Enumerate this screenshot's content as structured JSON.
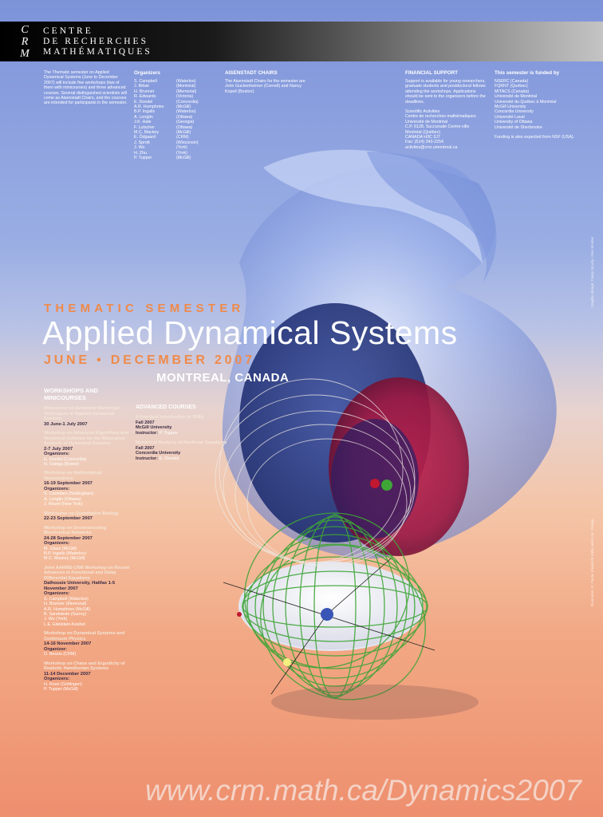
{
  "header": {
    "letters": [
      "C",
      "R",
      "M"
    ],
    "name_lines": [
      "CENTRE",
      "DE RECHERCHES",
      "MATHÉMATIQUES"
    ]
  },
  "intro": {
    "text": "The Thematic semester on Applied Dynamical Systems (June to December 2007) will include five workshops (two of them with minicourses) and three advanced courses. Several distinguished scientists will come as Aisenstadt Chairs, and the courses are intended for participants in the semester."
  },
  "organizers": {
    "heading": "Organizers",
    "rows": [
      [
        "S. Campbell",
        "(Waterloo)"
      ],
      [
        "J. Bélair",
        "(Montréal)"
      ],
      [
        "H. Brunner",
        "(Memorial)"
      ],
      [
        "R. Edwards",
        "(Victoria)"
      ],
      [
        "E. Doedel",
        "(Concordia)"
      ],
      [
        "A.R. Humphries",
        "(McGill)"
      ],
      [
        "B.P. Ingalls",
        "(Waterloo)"
      ],
      [
        "A. Longtin",
        "(Ottawa)"
      ],
      [
        "J.K. Hale",
        "(Georgia)"
      ],
      [
        "F. Lutscher",
        "(Ottawa)"
      ],
      [
        "M.C. Mackey",
        "(McGill)"
      ],
      [
        "E. Ödgaard",
        "(CRM)"
      ],
      [
        "J. Sprott",
        "(Wisconsin)"
      ],
      [
        "J. Wu",
        "(York)"
      ],
      [
        "H. Zhu",
        "(York)"
      ],
      [
        "P. Tupper",
        "(McGill)"
      ]
    ]
  },
  "aisenstadt": {
    "heading": "AISENSTADT CHAIRS",
    "text": "The Aisenstadt Chairs for the semester are John Guckenheimer (Cornell) and Nancy Kopell (Boston)."
  },
  "financial": {
    "heading": "FINANCIAL SUPPORT",
    "text": "Support is available for young researchers, graduate students and postdoctoral fellows attending the workshops. Applications should be sent to the organizers before the deadlines.",
    "contact_lines": [
      "Scientific Activities",
      "Centre de recherches mathématiques",
      "Université de Montréal",
      "C.P. 6128, Succursale Centre-ville",
      "Montréal (Québec)",
      "CANADA H3C 3J7",
      "Fax: (514) 343-2254",
      "activites@crm.umontreal.ca"
    ]
  },
  "funded": {
    "heading": "This semester is funded by",
    "lines": [
      "NSERC (Canada)",
      "FQRNT (Québec)",
      "MITACS (Canada)",
      "Université de Montréal",
      "Université du Québec à Montréal",
      "McGill University",
      "Concordia University",
      "Université Laval",
      "University of Ottawa",
      "Université de Sherbrooke",
      "",
      "Funding is also expected from NSF (USA)."
    ]
  },
  "headline": {
    "kicker": "THEMATIC SEMESTER",
    "title": "Applied Dynamical Systems",
    "dates": "JUNE • DECEMBER 2007",
    "place": "MONTREAL, CANADA"
  },
  "workshops": {
    "heading": "WORKSHOPS AND MINICOURSES",
    "items": [
      {
        "title": "Minicourse on Advanced Numerical Techniques in Applied Dynamical Systems",
        "date": "30 June-1 July 2007",
        "org": []
      },
      {
        "title": "Workshop on Advanced Algorithms and Numerical Software for the Bifurcation Analysis of Dynamical Systems",
        "date": "2-7 July 2007",
        "org": [
          "Organizers:",
          "E. Doedel (Concordia)",
          "H. Osinga (Bristol)"
        ]
      },
      {
        "title": "Workshop on Mathematical Neuroscience",
        "date": "16-19 September 2007",
        "org": [
          "Organizers:",
          "S. Coombes (Nottingham)",
          "A. Longtin (Ottawa)",
          "J. Rinzel (New York)"
        ]
      },
      {
        "title": "Minicourse on Quantitative Biology",
        "date": "22-23 September 2007",
        "org": []
      },
      {
        "title": "Workshop on Deconstructing Biochemical Networks",
        "date": "24-28 September 2007",
        "org": [
          "Organizers:",
          "M. Glass (McGill)",
          "B.P. Ingalls (Waterloo)",
          "M.C. Mackey (McGill)"
        ]
      },
      {
        "title": "Joint AARMS-CRM Workshop on Recent Advances in Functional and Delay Differential Equations",
        "date": "Dalhousie University, Halifax 1-5 November 2007",
        "org": [
          "Organizers:",
          "S. Campbell (Waterloo)",
          "H. Brunner (Memorial)",
          "A.R. Humphries (McGill)",
          "B. Sandstede (Surrey)",
          "J. Wu (York)",
          "L.E. Edelstein-Keshet"
        ]
      },
      {
        "title": "Workshop on Dynamical Systems and Continuum Physics",
        "date": "14-16 November 2007",
        "org": [
          "Organizer:",
          "D. Bessis (CRM)"
        ]
      },
      {
        "title": "Workshop on Chaos and Ergodicity of Realistic Hamiltonian Systems",
        "date": "11-14 December 2007",
        "org": [
          "Organizers:",
          "H. Rosé (Göttingen)",
          "P. Tupper (McGill)"
        ]
      }
    ]
  },
  "courses": {
    "heading": "ADVANCED COURSES",
    "items": [
      {
        "title": "A Practical Introduction to SDEs",
        "lines": [
          [
            "Fall 2007",
            ""
          ],
          [
            "McGill University",
            ""
          ],
          [
            "Instructor: ",
            "P. Tupper"
          ]
        ]
      },
      {
        "title": "Numerical Analysis of Nonlinear Equations",
        "lines": [
          [
            "Fall 2007",
            ""
          ],
          [
            "Concordia University",
            ""
          ],
          [
            "Instructor: ",
            "E. Doedel"
          ]
        ]
      }
    ]
  },
  "footer": {
    "url": "www.crm.math.ca/Dynamics2007"
  },
  "credits": {
    "top": "Graphic design: Fanny Moudy / Alex Mosher",
    "bottom": "Illustration: D. Paula, Elisabeth Kühn, and H.M. Osinga"
  }
}
